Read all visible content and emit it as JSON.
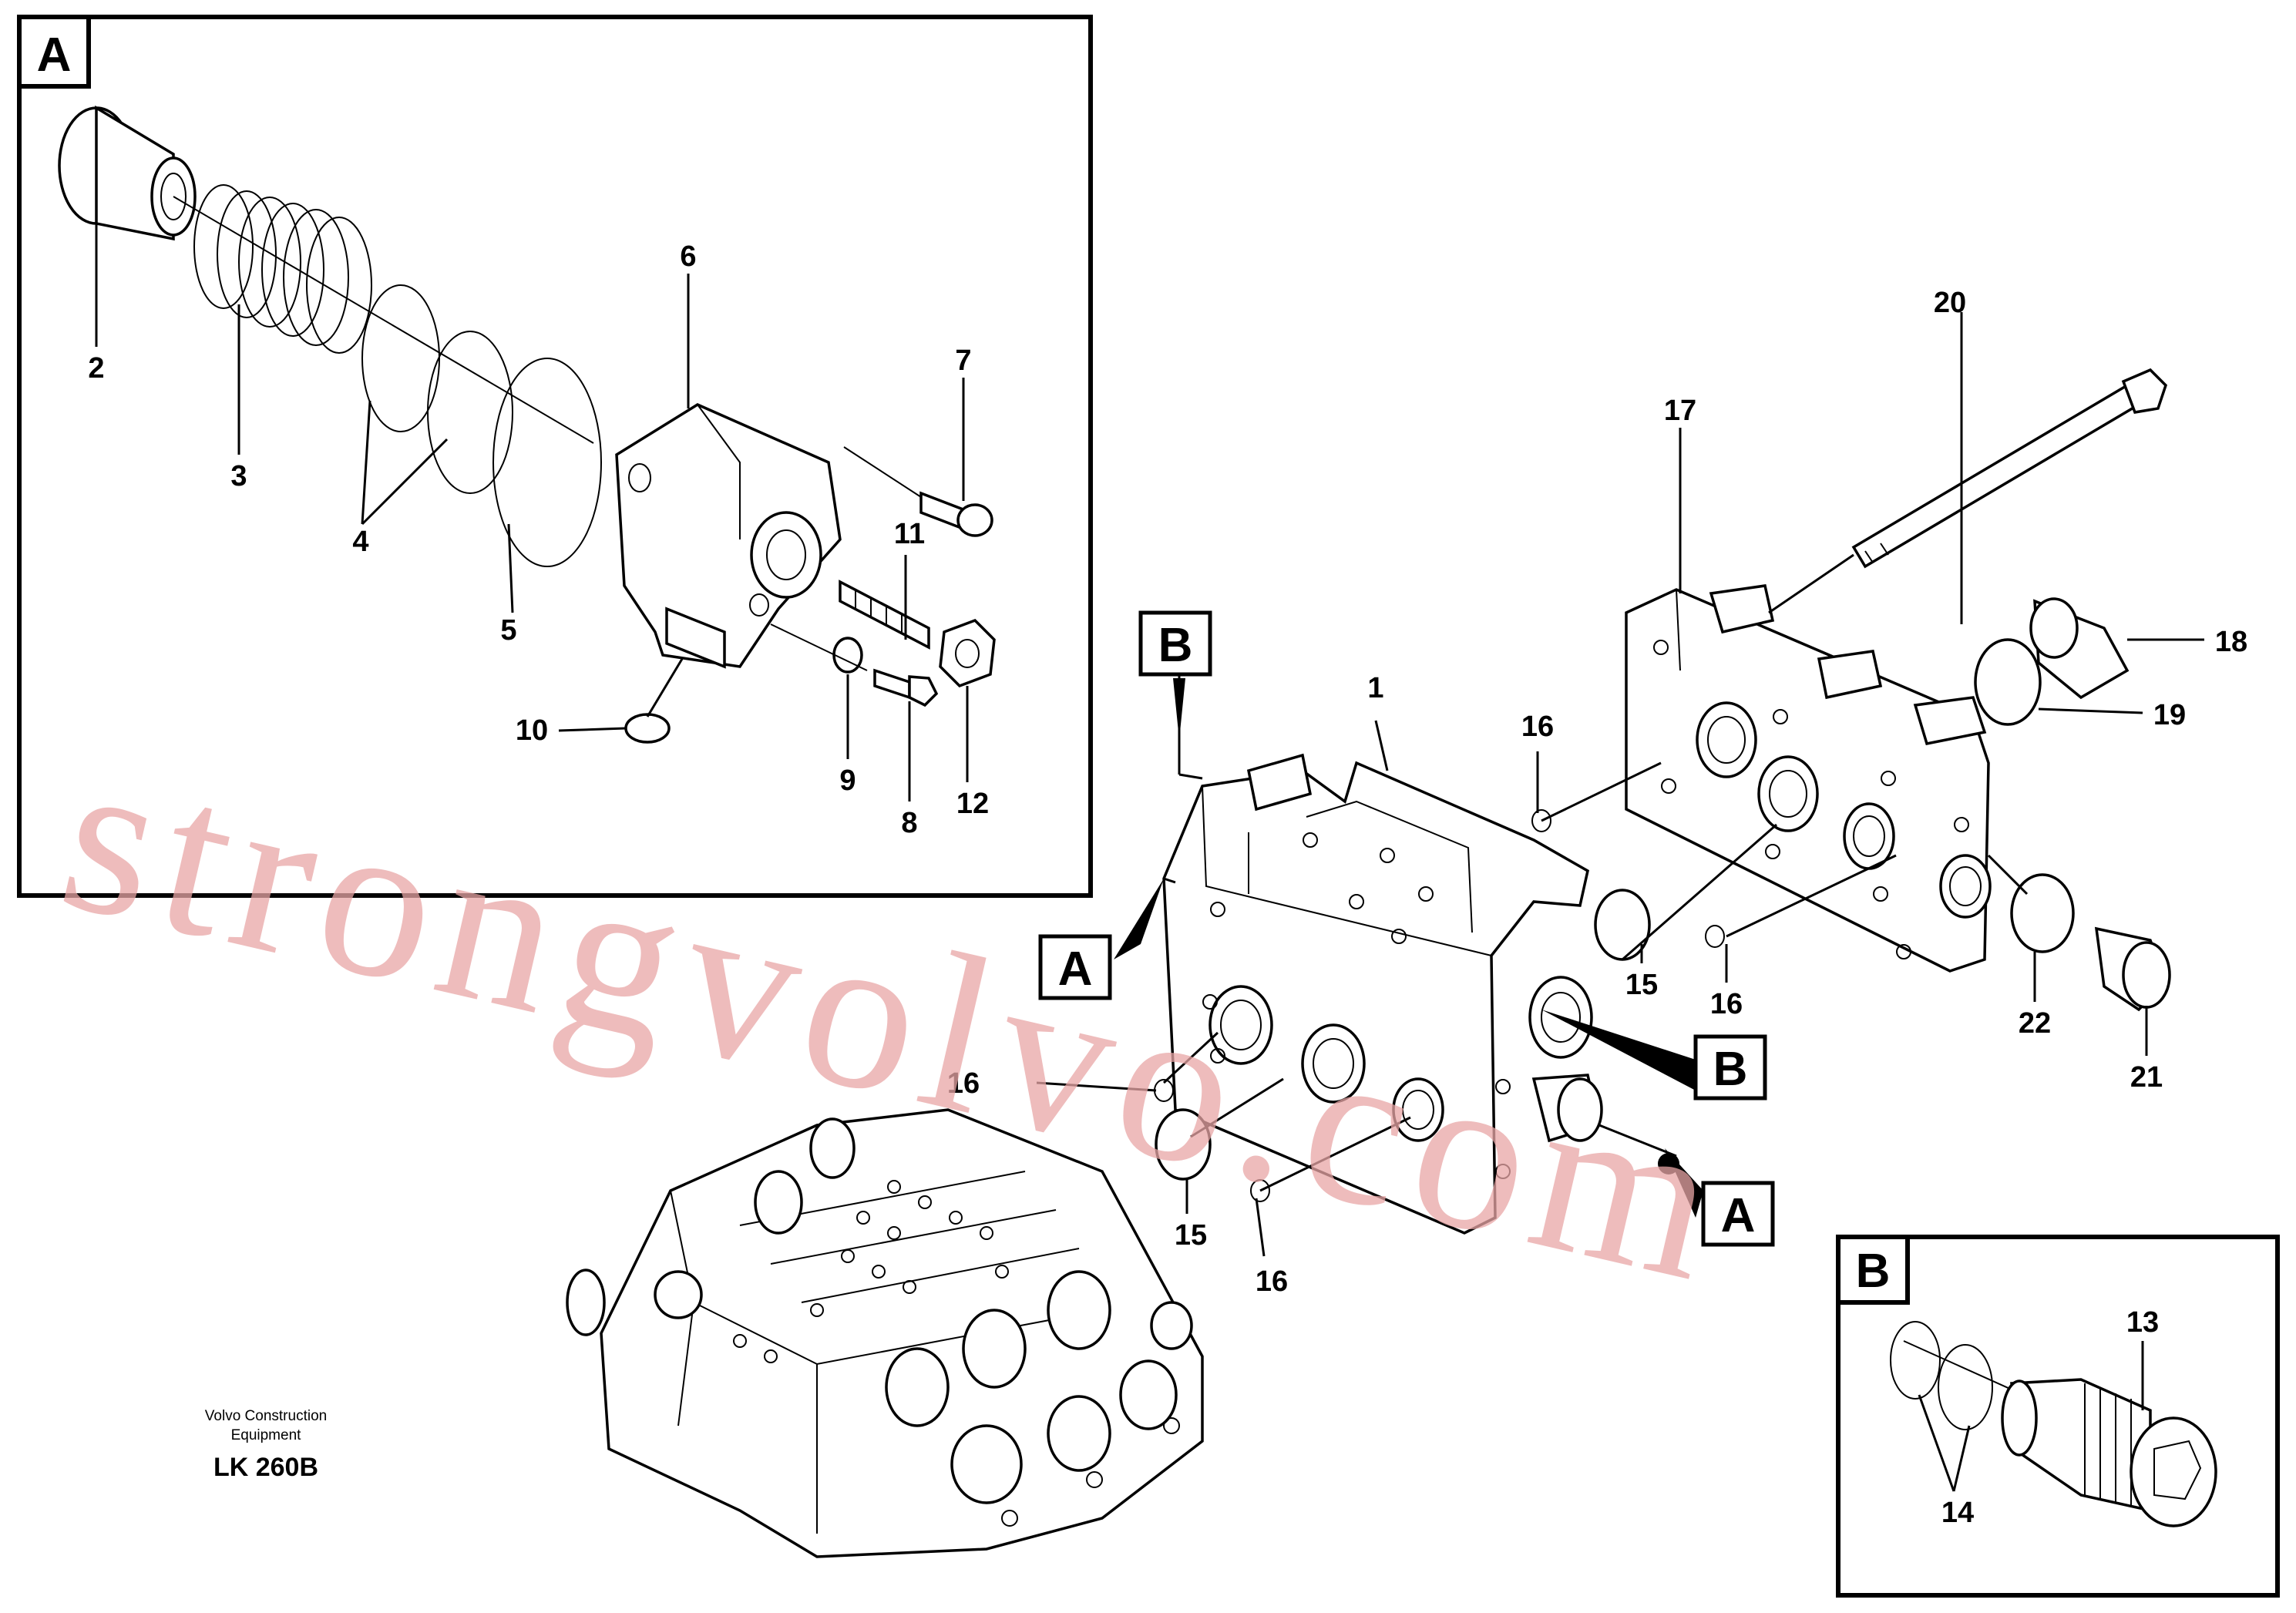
{
  "insets": {
    "a": {
      "tag": "A"
    },
    "b": {
      "tag": "B"
    }
  },
  "callouts": {
    "n1": "1",
    "n2": "2",
    "n3": "3",
    "n4": "4",
    "n5": "5",
    "n6": "6",
    "n7": "7",
    "n8": "8",
    "n9": "9",
    "n10": "10",
    "n11": "11",
    "n12": "12",
    "n13": "13",
    "n14": "14",
    "n15a": "15",
    "n15b": "15",
    "n16a": "16",
    "n16b": "16",
    "n16c": "16",
    "n16d": "16",
    "n17": "17",
    "n18": "18",
    "n19": "19",
    "n20": "20",
    "n21": "21",
    "n22": "22"
  },
  "refs": {
    "b_top": "B",
    "a_left": "A",
    "b_right": "B",
    "a_bottom": "A"
  },
  "caption": {
    "line1": "Volvo Construction",
    "line2": "Equipment",
    "model": "LK 260B"
  },
  "watermark": "strongvolvo.com"
}
